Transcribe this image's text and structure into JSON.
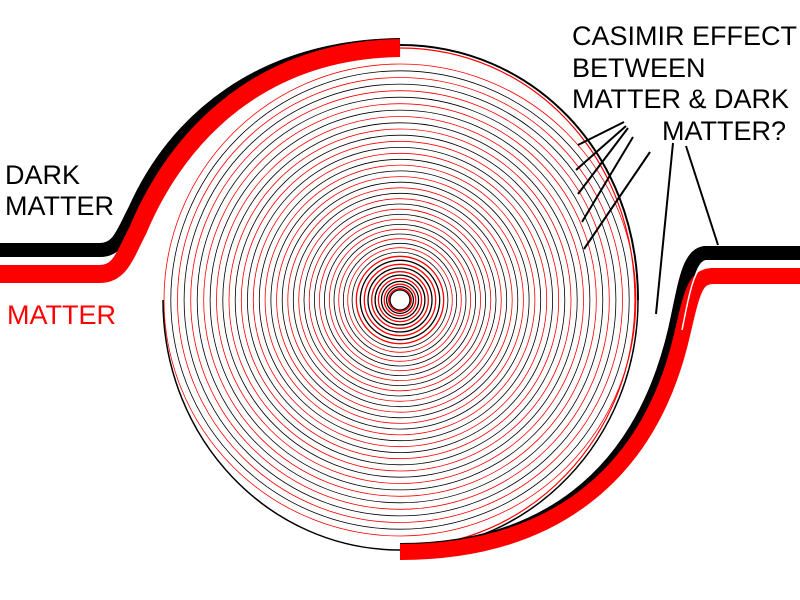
{
  "labels": {
    "dark_matter": [
      "DARK",
      "MATTER"
    ],
    "matter": "MATTER",
    "question": [
      "CASIMIR EFFECT",
      "BETWEEN",
      "MATTER & DARK",
      "MATTER?"
    ]
  },
  "colors": {
    "dark_matter": "#000000",
    "matter": "#ff0000",
    "background": "#ffffff"
  }
}
